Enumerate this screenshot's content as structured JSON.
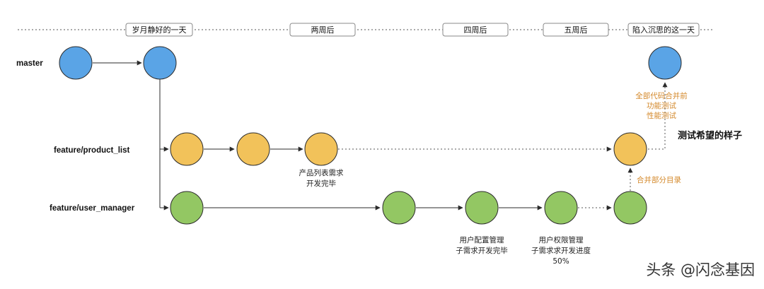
{
  "timeline": {
    "milestones": [
      "岁月静好的一天",
      "两周后",
      "四周后",
      "五周后",
      "陷入沉思的这一天"
    ]
  },
  "branches": {
    "master": "master",
    "product": "feature/product_list",
    "user": "feature/user_manager"
  },
  "notes": {
    "product_done": [
      "产品列表需求",
      "开发完毕"
    ],
    "user_config_done": [
      "用户配置管理",
      "子需求开发完毕"
    ],
    "user_perm_progress": [
      "用户权限管理",
      "子需求求开发进度",
      "50%"
    ],
    "merge_partial": "合并部分目录",
    "pre_merge_tests": [
      "全部代码合并前",
      "功能测试",
      "性能测试"
    ],
    "hope": "测试希望的样子"
  },
  "watermark": "头条 @闪念基因",
  "colors": {
    "master": "#5aa4e6",
    "product": "#f2c25a",
    "user": "#93c763",
    "stroke": "#2b2b2b",
    "annotation": "#d4892b"
  }
}
